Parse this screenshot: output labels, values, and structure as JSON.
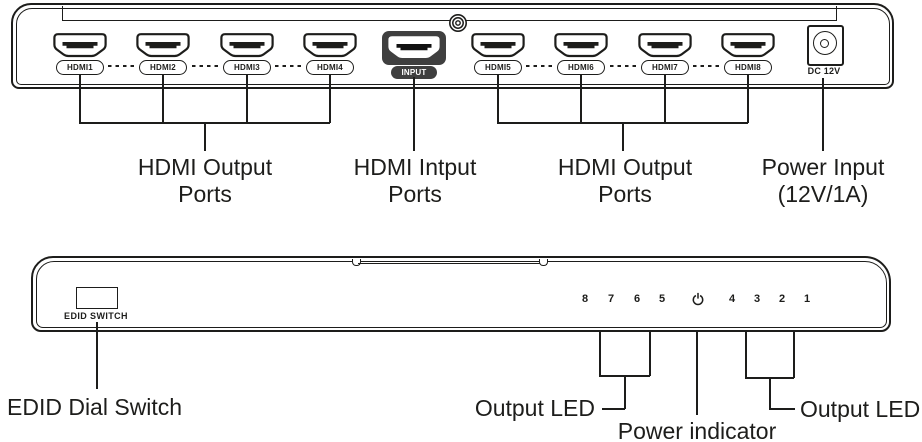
{
  "colors": {
    "ink": "#1d1d1b",
    "input_highlight": "#3f3f3f",
    "background": "#ffffff"
  },
  "icons": {
    "screw": "screw-head-icon",
    "hdmi_connector": "hdmi-connector-icon",
    "power_indicator": "power-symbol-icon",
    "dc_jack": "dc-barrel-jack-icon"
  },
  "rear_panel": {
    "ports": [
      {
        "label": "HDMI1",
        "type": "output"
      },
      {
        "label": "HDMI2",
        "type": "output"
      },
      {
        "label": "HDMI3",
        "type": "output"
      },
      {
        "label": "HDMI4",
        "type": "output"
      },
      {
        "label": "INPUT",
        "type": "input",
        "highlighted": true
      },
      {
        "label": "HDMI5",
        "type": "output"
      },
      {
        "label": "HDMI6",
        "type": "output"
      },
      {
        "label": "HDMI7",
        "type": "output"
      },
      {
        "label": "HDMI8",
        "type": "output"
      }
    ],
    "power_jack_label": "DC 12V",
    "callouts": {
      "left_output": {
        "line1": "HDMI Output",
        "line2": "Ports"
      },
      "input": {
        "line1": "HDMI Intput",
        "line2": "Ports"
      },
      "right_output": {
        "line1": "HDMI Output",
        "line2": "Ports"
      },
      "power": {
        "line1": "Power Input",
        "line2": "(12V/1A)"
      }
    }
  },
  "front_panel": {
    "edid_switch_label": "EDID SWITCH",
    "leds_left": [
      "8",
      "7",
      "6",
      "5"
    ],
    "leds_right": [
      "4",
      "3",
      "2",
      "1"
    ],
    "callouts": {
      "edid": "EDID Dial Switch",
      "output_left": "Output LED",
      "power": "Power indicator",
      "output_right": "Output LED"
    }
  }
}
